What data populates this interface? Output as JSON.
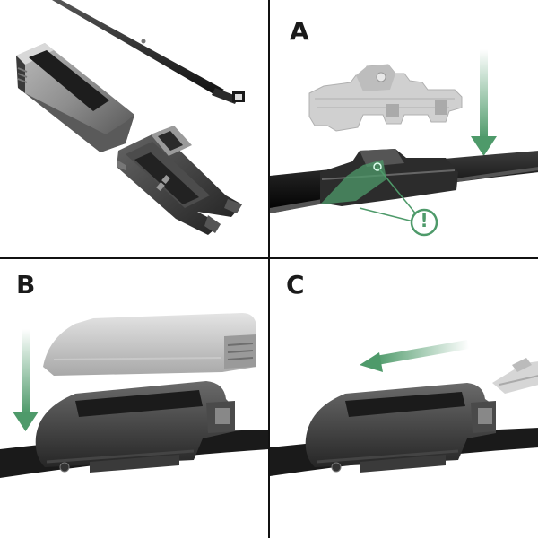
{
  "panels": {
    "top_left": {
      "label": ""
    },
    "top_right": {
      "label": "A",
      "warning_symbol": "!"
    },
    "bottom_left": {
      "label": "B"
    },
    "bottom_right": {
      "label": "C"
    }
  },
  "colors": {
    "arrow_green": "#4e9a6a",
    "adapter_light_grey": "#c9c9c9",
    "cover_grey": "#8a8a8a",
    "dark_part": "#3a3a3a",
    "blade_black": "#1c1c1c",
    "divider": "#111111"
  }
}
